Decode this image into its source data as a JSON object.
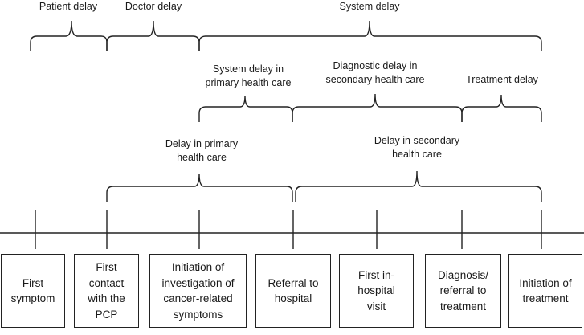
{
  "brace_labels": {
    "patient_delay": "Patient delay",
    "doctor_delay": "Doctor delay",
    "system_delay": "System delay",
    "system_delay_primary": "System delay in\nprimary health care",
    "diagnostic_delay_secondary": "Diagnostic delay in\nsecondary health care",
    "treatment_delay": "Treatment delay",
    "delay_primary": "Delay in primary\nhealth care",
    "delay_secondary": "Delay in secondary\nhealth care"
  },
  "milestones": [
    "First\nsymptom",
    "First\ncontact\nwith the\nPCP",
    "Initiation of\ninvestigation of\ncancer-related\nsymptoms",
    "Referral to\nhospital",
    "First in-\nhospital\nvisit",
    "Diagnosis/\nreferral to\ntreatment",
    "Initiation of\ntreatment"
  ]
}
